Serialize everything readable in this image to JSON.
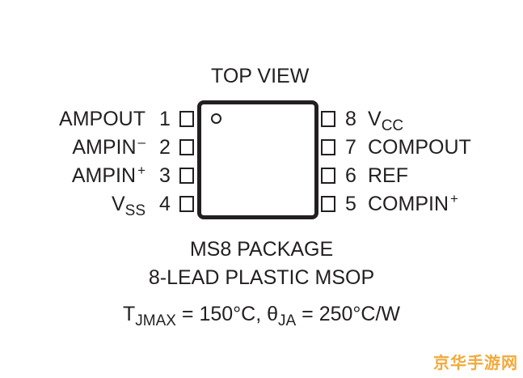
{
  "view_label": "TOP VIEW",
  "left_pins": [
    {
      "number": "1",
      "name": "AMPOUT",
      "suffix": ""
    },
    {
      "number": "2",
      "name": "AMPIN",
      "suffix": "–"
    },
    {
      "number": "3",
      "name": "AMPIN",
      "suffix": "+"
    },
    {
      "number": "4",
      "name": "V",
      "suffix": "SS"
    }
  ],
  "right_pins": [
    {
      "number": "8",
      "name": "V",
      "suffix": "CC"
    },
    {
      "number": "7",
      "name": "COMPOUT",
      "suffix": ""
    },
    {
      "number": "6",
      "name": "REF",
      "suffix": ""
    },
    {
      "number": "5",
      "name": "COMPIN",
      "suffix": "+"
    }
  ],
  "package_name": "MS8 PACKAGE",
  "package_desc": "8-LEAD PLASTIC MSOP",
  "thermal": {
    "t_symbol": "T",
    "t_sub": "JMAX",
    "t_value": " = 150°C, ",
    "theta_symbol": "θ",
    "theta_sub": "JA",
    "theta_value": " = 250°C/W"
  },
  "watermark": "京华手游网"
}
